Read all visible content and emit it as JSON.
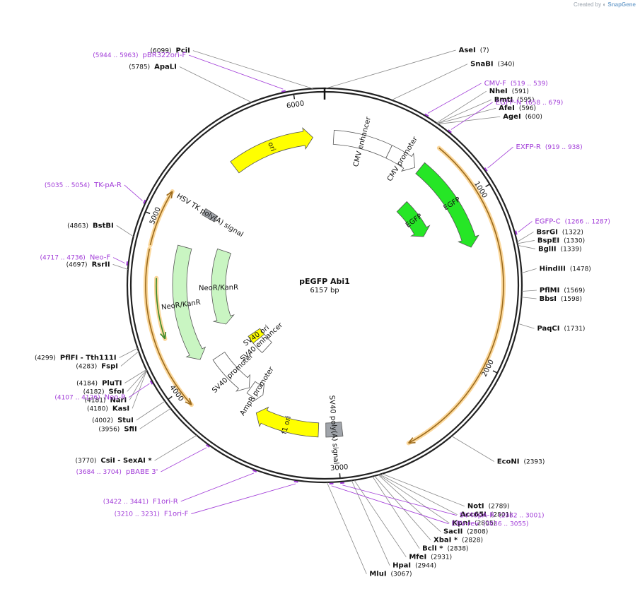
{
  "credit": {
    "prefix": "Created by",
    "brand": "SnapGene"
  },
  "plasmid": {
    "name": "pEGFP Abi1",
    "length_label": "6157 bp",
    "length": 6157
  },
  "ticks": [
    {
      "bp": 1000,
      "label": "1000"
    },
    {
      "bp": 2000,
      "label": "2000"
    },
    {
      "bp": 3000,
      "label": "3000"
    },
    {
      "bp": 4000,
      "label": "4000"
    },
    {
      "bp": 5000,
      "label": "5000"
    },
    {
      "bp": 6000,
      "label": "6000"
    }
  ],
  "sites": [
    {
      "name": "PciI",
      "pos": "(6099)",
      "bp": 6099
    },
    {
      "name": "AseI",
      "pos": "(7)",
      "bp": 7
    },
    {
      "name": "SnaBI",
      "pos": "(340)",
      "bp": 340
    },
    {
      "name": "NheI",
      "pos": "(591)",
      "bp": 591
    },
    {
      "name": "BmtI",
      "pos": "(595)",
      "bp": 595
    },
    {
      "name": "AfeI",
      "pos": "(596)",
      "bp": 596
    },
    {
      "name": "AgeI",
      "pos": "(600)",
      "bp": 600
    },
    {
      "name": "BsrGI",
      "pos": "(1322)",
      "bp": 1322
    },
    {
      "name": "BspEI",
      "pos": "(1330)",
      "bp": 1330
    },
    {
      "name": "BglII",
      "pos": "(1339)",
      "bp": 1339
    },
    {
      "name": "HindIII",
      "pos": "(1478)",
      "bp": 1478
    },
    {
      "name": "PflMI",
      "pos": "(1569)",
      "bp": 1569
    },
    {
      "name": "BbsI",
      "pos": "(1598)",
      "bp": 1598
    },
    {
      "name": "PaqCI",
      "pos": "(1731)",
      "bp": 1731
    },
    {
      "name": "EcoNI",
      "pos": "(2393)",
      "bp": 2393
    },
    {
      "name": "NotI",
      "pos": "(2789)",
      "bp": 2789
    },
    {
      "name": "Acc65I",
      "pos": "(2801)",
      "bp": 2801
    },
    {
      "name": "KpnI",
      "pos": "(2805)",
      "bp": 2805
    },
    {
      "name": "SacII",
      "pos": "(2808)",
      "bp": 2808
    },
    {
      "name": "XbaI *",
      "pos": "(2828)",
      "bp": 2828
    },
    {
      "name": "BclI *",
      "pos": "(2838)",
      "bp": 2838
    },
    {
      "name": "MfeI",
      "pos": "(2931)",
      "bp": 2931
    },
    {
      "name": "HpaI",
      "pos": "(2944)",
      "bp": 2944
    },
    {
      "name": "MluI",
      "pos": "(3067)",
      "bp": 3067
    },
    {
      "name": "CsiI  - SexAI *",
      "pos": "(3770)",
      "bp": 3770
    },
    {
      "name": "StuI",
      "pos": "(4002)",
      "bp": 4002
    },
    {
      "name": "SfiI",
      "pos": "(3956)",
      "bp": 3956
    },
    {
      "name": "PflFI  - Tth111I",
      "pos": "(4299)",
      "bp": 4299
    },
    {
      "name": "FspI",
      "pos": "(4283)",
      "bp": 4283
    },
    {
      "name": "PluTI",
      "pos": "(4184)",
      "bp": 4184
    },
    {
      "name": "SfoI",
      "pos": "(4182)",
      "bp": 4182
    },
    {
      "name": "NarI",
      "pos": "(4181)",
      "bp": 4181
    },
    {
      "name": "KasI",
      "pos": "(4180)",
      "bp": 4180
    },
    {
      "name": "RsrII",
      "pos": "(4697)",
      "bp": 4697
    },
    {
      "name": "BstBI",
      "pos": "(4863)",
      "bp": 4863
    },
    {
      "name": "ApaLI",
      "pos": "(5785)",
      "bp": 5785
    }
  ],
  "primers": [
    {
      "name": "pBR322ori-F",
      "pos": "(5944 .. 5963)",
      "bp": 5953
    },
    {
      "name": "CMV-F",
      "pos": "(519 .. 539)",
      "bp": 529
    },
    {
      "name": "EGFP-N",
      "pos": "(658 .. 679)",
      "bp": 668
    },
    {
      "name": "EXFP-R",
      "pos": "(919 .. 938)",
      "bp": 928
    },
    {
      "name": "EGFP-C",
      "pos": "(1266 .. 1287)",
      "bp": 1276
    },
    {
      "name": "SV40pA-R",
      "pos": "(2982 .. 3001)",
      "bp": 2991
    },
    {
      "name": "EBV-rev",
      "pos": "(3036 .. 3055)",
      "bp": 3045
    },
    {
      "name": "F1ori-F",
      "pos": "(3210 .. 3231)",
      "bp": 3220
    },
    {
      "name": "F1ori-R",
      "pos": "(3422 .. 3441)",
      "bp": 3431
    },
    {
      "name": "pBABE 3'",
      "pos": "(3684 .. 3704)",
      "bp": 3694
    },
    {
      "name": "Neo-R",
      "pos": "(4107 .. 4126)",
      "bp": 4116
    },
    {
      "name": "Neo-F",
      "pos": "(4717 .. 4736)",
      "bp": 4726
    },
    {
      "name": "TK-pA-R",
      "pos": "(5035 .. 5054)",
      "bp": 5044
    }
  ],
  "features": [
    {
      "name": "ori",
      "start": 5520,
      "end": 6080,
      "dir": 1,
      "color": "#ffff00"
    },
    {
      "name": "CMV enhancer",
      "start": 60,
      "end": 440,
      "dir": 0,
      "color": "#ffffff"
    },
    {
      "name": "CMV promoter",
      "start": 440,
      "end": 640,
      "dir": 1,
      "color": "#ffffff"
    },
    {
      "name": "EGFP",
      "start": 670,
      "end": 1290,
      "dir": 1,
      "color": "#26e626"
    },
    {
      "name": "EGFP",
      "start": 760,
      "end": 1090,
      "dir": 1,
      "color": "#26e626"
    },
    {
      "name": "SV40 poly(A) signal",
      "start": 2960,
      "end": 3070,
      "dir": 0,
      "color": "#a0a4aa"
    },
    {
      "name": "f1 ori",
      "start": 3120,
      "end": 3560,
      "dir": 1,
      "color": "#ffff00"
    },
    {
      "name": "AmpR promoter",
      "start": 3580,
      "end": 3690,
      "dir": -1,
      "color": "#ffffff"
    },
    {
      "name": "SV40 promoter",
      "start": 3700,
      "end": 4040,
      "dir": -1,
      "color": "#ffffff"
    },
    {
      "name": "SV40 enhancer",
      "start": 3810,
      "end": 3990,
      "dir": 0,
      "color": "#ffffff"
    },
    {
      "name": "SV40 ori",
      "start": 3950,
      "end": 4040,
      "dir": 0,
      "color": "#ffff00"
    },
    {
      "name": "NeoR/KanR",
      "start": 4090,
      "end": 4880,
      "dir": -1,
      "color": "#c9f5c2"
    },
    {
      "name": "NeoR/KanR",
      "start": 4250,
      "end": 4940,
      "dir": -1,
      "color": "#c9f5c2"
    },
    {
      "name": "HSV TK poly(A) signal",
      "start": 5130,
      "end": 5180,
      "dir": 0,
      "color": "#a0a4aa"
    }
  ],
  "orf_arcs": [
    {
      "start": 680,
      "end": 2600,
      "dir": 1
    },
    {
      "start": 3900,
      "end": 4820,
      "dir": -1
    },
    {
      "start": 4840,
      "end": 5160,
      "dir": 1
    },
    {
      "start": 4300,
      "end": 4660,
      "dir": -1,
      "inner": true
    }
  ]
}
